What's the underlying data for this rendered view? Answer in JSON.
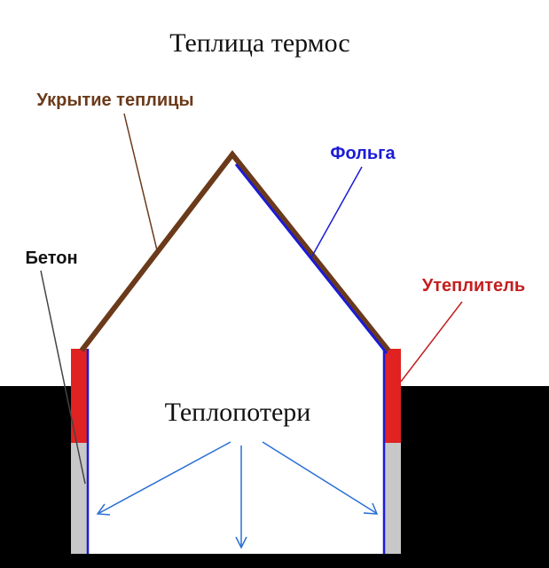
{
  "title": "Теплица термос",
  "labels": {
    "cover": "Укрытие теплицы",
    "foil": "Фольга",
    "concrete": "Бетон",
    "insulation": "Утеплитель",
    "heat_loss": "Теплопотери"
  },
  "colors": {
    "background": "#ffffff",
    "ground": "#000000",
    "roof": "#6b3a1a",
    "foil": "#1b1bd6",
    "insulation": "#e02222",
    "concrete": "#c8c8c8",
    "cover_label": "#6b3a1a",
    "foil_label": "#1b1bd6",
    "insulation_label": "#c41e1e",
    "concrete_label": "#111111",
    "arrows": "#2a6fd4",
    "leader_line": "#444444"
  }
}
